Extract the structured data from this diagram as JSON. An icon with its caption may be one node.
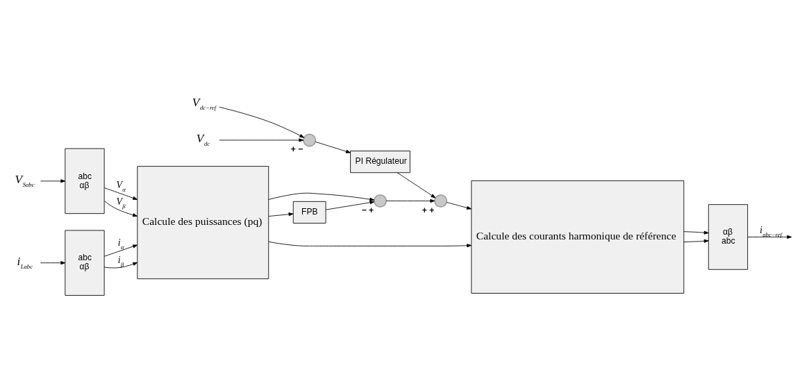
{
  "diagram": {
    "nodes": [
      {
        "text": [
          "V$_{dc−ref}$"
        ]
      },
      {
        "text": [
          "V$_{dc}$"
        ]
      },
      {
        "text": [],
        "shape": "circle",
        "beside": [
          "+",
          "−"
        ]
      },
      {
        "text": [
          "PI Régulateur"
        ]
      },
      {
        "text": [
          "V$_{Sabc}$"
        ]
      },
      {
        "text": [
          "abc",
          "αβ"
        ]
      },
      {
        "text": [
          "i$_{Labc}$"
        ]
      },
      {
        "text": [
          "abc",
          "αβ"
        ]
      },
      {
        "text": [
          "Calcule des puissances (pq)"
        ]
      },
      {
        "text": [
          "FPB"
        ]
      },
      {
        "text": [],
        "shape": "circle",
        "beside": [
          "−",
          "+"
        ]
      },
      {
        "text": [],
        "shape": "circle",
        "beside": [
          "+",
          "+"
        ]
      },
      {
        "text": [
          "Calcule des courants harmonique de référence"
        ]
      },
      {
        "text": [
          "αβ",
          "abc"
        ]
      }
    ],
    "edges": [
      {
        "from": 0,
        "to": 2,
        "arrow": "to"
      },
      {
        "from": 1,
        "to": 2,
        "arrow": "to"
      },
      {
        "from": 2,
        "to": 3,
        "arrow": "to"
      },
      {
        "from": 3,
        "to": 11,
        "arrow": "to"
      },
      {
        "from": 4,
        "to": 5,
        "arrow": "to"
      },
      {
        "from": 6,
        "to": 7,
        "arrow": "to"
      },
      {
        "from": 5,
        "to": 8,
        "arrow": "to",
        "label": "V$_{α}$"
      },
      {
        "from": 5,
        "to": 8,
        "arrow": "to",
        "label": "V$_{β}$"
      },
      {
        "from": 7,
        "to": 8,
        "arrow": "to",
        "label": "i$_{α}$"
      },
      {
        "from": 7,
        "to": 8,
        "arrow": "to",
        "label": "i$_{β}$"
      },
      {
        "from": 8,
        "to": 10,
        "arrow": "to"
      },
      {
        "from": 8,
        "to": 9,
        "arrow": "to"
      },
      {
        "from": 9,
        "to": 10,
        "arrow": "to"
      },
      {
        "from": 10,
        "to": 11,
        "arrow": "to"
      },
      {
        "from": 11,
        "to": 12,
        "arrow": "to"
      },
      {
        "from": 8,
        "to": 12,
        "arrow": "to"
      },
      {
        "from": 12,
        "to": 13,
        "arrow": "to"
      },
      {
        "from": 12,
        "to": 13,
        "arrow": "to"
      },
      {
        "from": 13,
        "to": null,
        "arrow": "to",
        "label": "i$_{abc−ref}$"
      }
    ]
  }
}
